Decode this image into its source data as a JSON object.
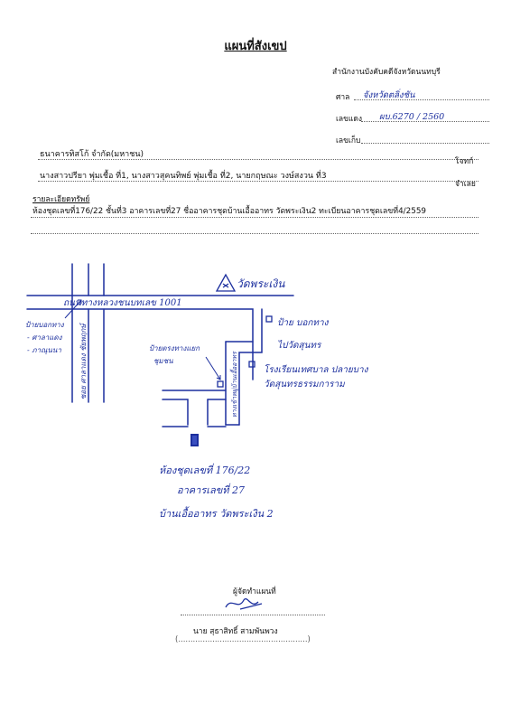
{
  "header": {
    "title": "แผนที่สังเขป",
    "office": "สำนักงานบังคับคดีจังหวัดนนทบุรี",
    "court_label": "ศาล",
    "court_value": "จังหวัดตลิ่งชัน",
    "black_no_label": "เลขแดง",
    "black_no_value": "ผบ.6270 / 2560",
    "red_no_label": "เลขเก็บ"
  },
  "parties": {
    "plaintiff": "ธนาคารทิสโก้ จำกัด(มหาชน)",
    "plaintiff_role": "โจทก์",
    "defendants": "นางสาวปรียา พุ่มเชื้อ ที่1, นางสาวสุคนทิพย์ พุ่มเชื้อ ที่2, นายกฤษณะ วงษ์สงวน ที่3",
    "defendant_role": "จำเลย"
  },
  "property": {
    "label": "รายละเอียดทรัพย์",
    "detail": "ห้องชุดเลขที่176/22 ชั้นที่3 อาคารเลขที่27 ชื่ออาคารชุดบ้านเอื้ออาทร วัดพระเงิน2 ทะเบียนอาคารชุดเลขที่4/2559"
  },
  "map": {
    "temple": "วัดพระเงิน",
    "road": "ถนนทางหลวงชนบทเลข 1001",
    "left_sign_1": "ป้ายบอกทาง",
    "left_sign_2": "- ศาลาแดง",
    "left_sign_3": "- ภาณุนนา",
    "side_road": "ซอย ศาลาแดง ชัยพฤกษ์",
    "sign_right_1": "ป้าย บอกทาง",
    "sign_right_2": "ไปวัดสุนทร",
    "gate_sign_1": "ป้ายตรงทางแยก",
    "gate_sign_2": "ชุมชน",
    "inner_road": "ทางเข้าหมู่บ้านเอื้ออาทร",
    "school_1": "โรงเรียนเทศบาล ปลายบาง",
    "school_2": "วัดสุนทรธรรมการาม",
    "unit_1": "ห้องชุดเลขที่ 176/22",
    "unit_2": "อาคารเลขที่ 27",
    "unit_3": "บ้านเอื้ออาทร วัดพระเงิน 2"
  },
  "footer": {
    "maker_label": "ผู้จัดทำแผนที่",
    "maker_name": "นาย สุธาสิทธิ์ สามพันพวง"
  }
}
